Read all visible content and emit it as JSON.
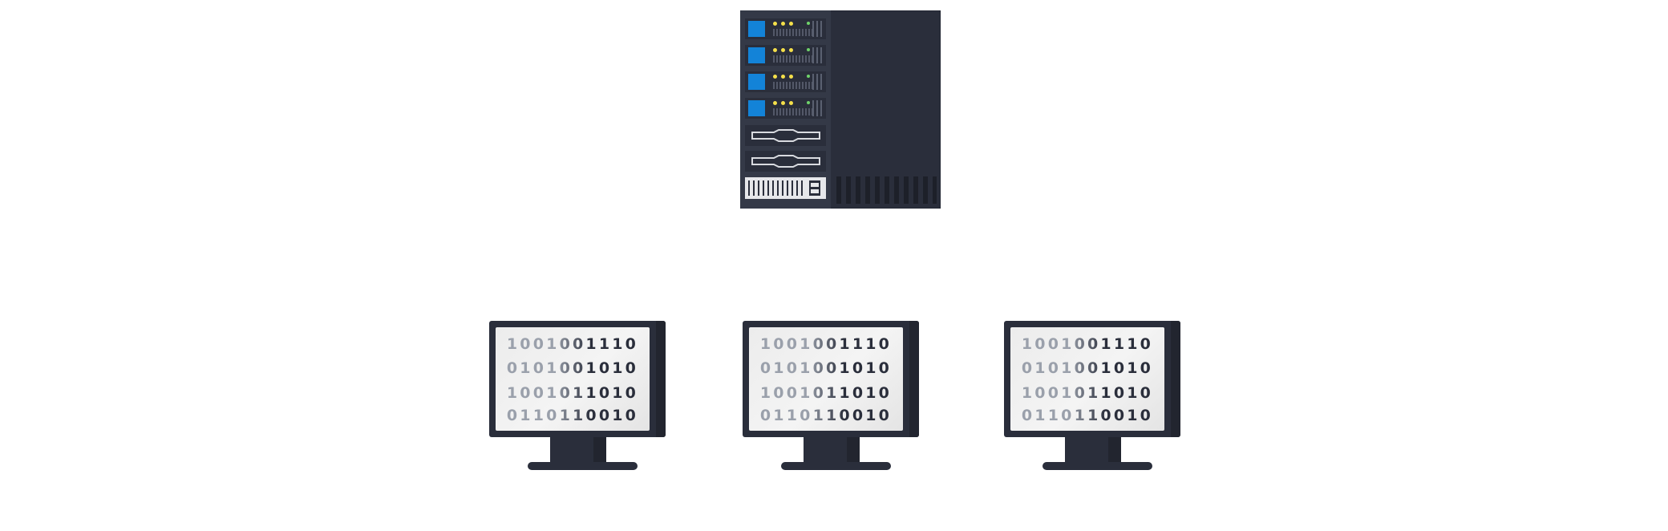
{
  "colors": {
    "dark": "#2a2e3b",
    "drive_blue": "#1383d8",
    "led_yellow": "#f5e04a",
    "led_green": "#6fd36a",
    "screen": "#efefef"
  },
  "server": {
    "icon": "server-rack-icon",
    "units": 4,
    "bays": 2
  },
  "monitors": [
    {
      "icon": "monitor-icon",
      "lines": [
        "1001001110",
        "0101001010",
        "1001011010",
        "0110110010"
      ]
    },
    {
      "icon": "monitor-icon",
      "lines": [
        "1001001110",
        "0101001010",
        "1001011010",
        "0110110010"
      ]
    },
    {
      "icon": "monitor-icon",
      "lines": [
        "1001001110",
        "0101001010",
        "1001011010",
        "0110110010"
      ]
    }
  ]
}
